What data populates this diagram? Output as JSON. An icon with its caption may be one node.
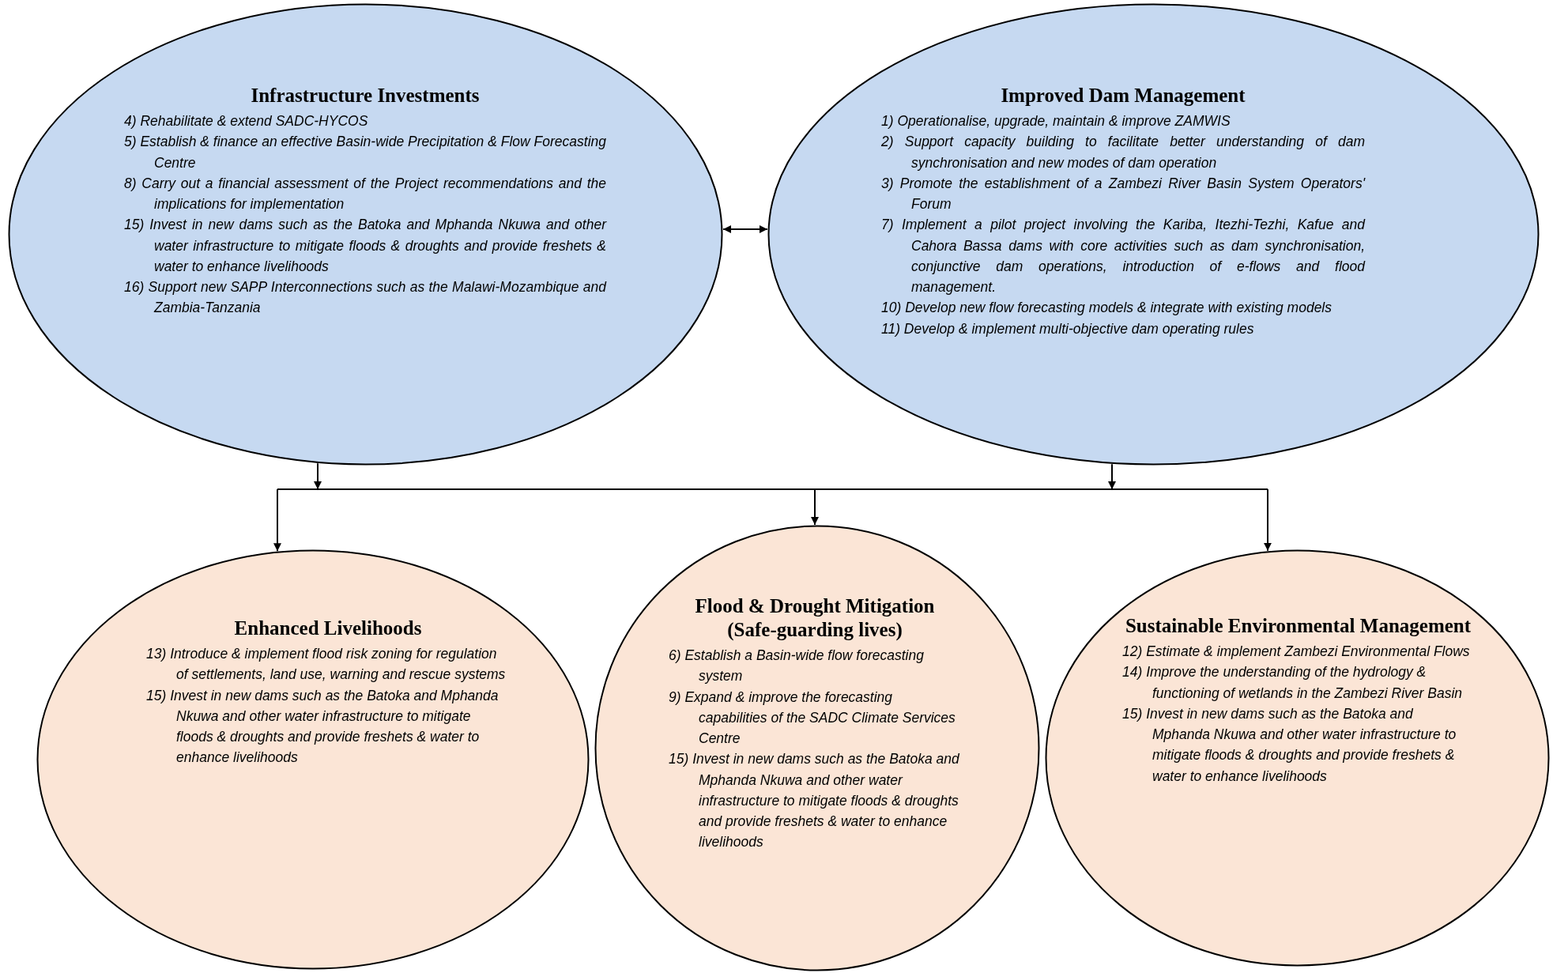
{
  "diagram": {
    "nodes": [
      {
        "text": [
          "Infrastructure Investments",
          "4) Rehabilitate & extend SADC-HYCOS",
          "5) Establish & finance an effective Basin-wide Precipitation & Flow Forecasting Centre",
          "8) Carry out a financial assessment of the Project recommendations and the implications for implementation",
          "15) Invest in new dams such as the Batoka and Mphanda Nkuwa and other water infrastructure to mitigate floods & droughts and provide freshets & water to enhance livelihoods",
          "16) Support new SAPP Interconnections such as the Malawi-Mozambique and Zambia-Tanzania"
        ]
      },
      {
        "text": [
          "Improved Dam Management",
          "1) Operationalise, upgrade, maintain & improve ZAMWIS",
          "2) Support capacity building to facilitate better understanding of dam synchronisation and new modes of dam operation",
          "3) Promote the establishment of a Zambezi River Basin System Operators' Forum",
          "7) Implement a pilot project involving the Kariba, Itezhi-Tezhi, Kafue and Cahora Bassa dams with core activities such as dam synchronisation, conjunctive dam operations, introduction of e-flows and flood management.",
          "10) Develop new flow forecasting models & integrate with existing models",
          "11) Develop & implement multi-objective dam operating rules"
        ]
      },
      {
        "text": [
          "Enhanced Livelihoods",
          "13) Introduce & implement flood risk zoning for regulation of settlements, land use, warning and rescue systems",
          "15) Invest in new dams such as the Batoka and Mphanda Nkuwa and other water infrastructure to mitigate floods & droughts and provide freshets & water to enhance livelihoods"
        ]
      },
      {
        "text": [
          "Flood & Drought Mitigation (Safe-guarding lives)",
          "6) Establish a Basin-wide flow forecasting system",
          "9) Expand & improve the forecasting capabilities of the SADC Climate Services Centre",
          "15) Invest in new dams such as the Batoka and Mphanda Nkuwa and other water infrastructure to mitigate floods & droughts and provide freshets & water to enhance livelihoods"
        ]
      },
      {
        "text": [
          "Sustainable Environmental Management",
          "12) Estimate & implement Zambezi Environmental Flows",
          "14) Improve the understanding of the hydrology & functioning of wetlands in the Zambezi River Basin",
          "15) Invest in new dams such as the Batoka and Mphanda Nkuwa and other water infrastructure to mitigate floods & droughts and provide freshets & water to enhance livelihoods"
        ]
      }
    ],
    "edges": [
      {
        "from": 0,
        "to": 1,
        "arrow": "both"
      },
      {
        "from": 0,
        "to": 2,
        "arrow": "to"
      },
      {
        "from": 0,
        "to": 3,
        "arrow": "to"
      },
      {
        "from": 0,
        "to": 4,
        "arrow": "to"
      },
      {
        "from": 1,
        "to": 2,
        "arrow": "to"
      },
      {
        "from": 1,
        "to": 3,
        "arrow": "to"
      },
      {
        "from": 1,
        "to": 4,
        "arrow": "to"
      }
    ]
  }
}
